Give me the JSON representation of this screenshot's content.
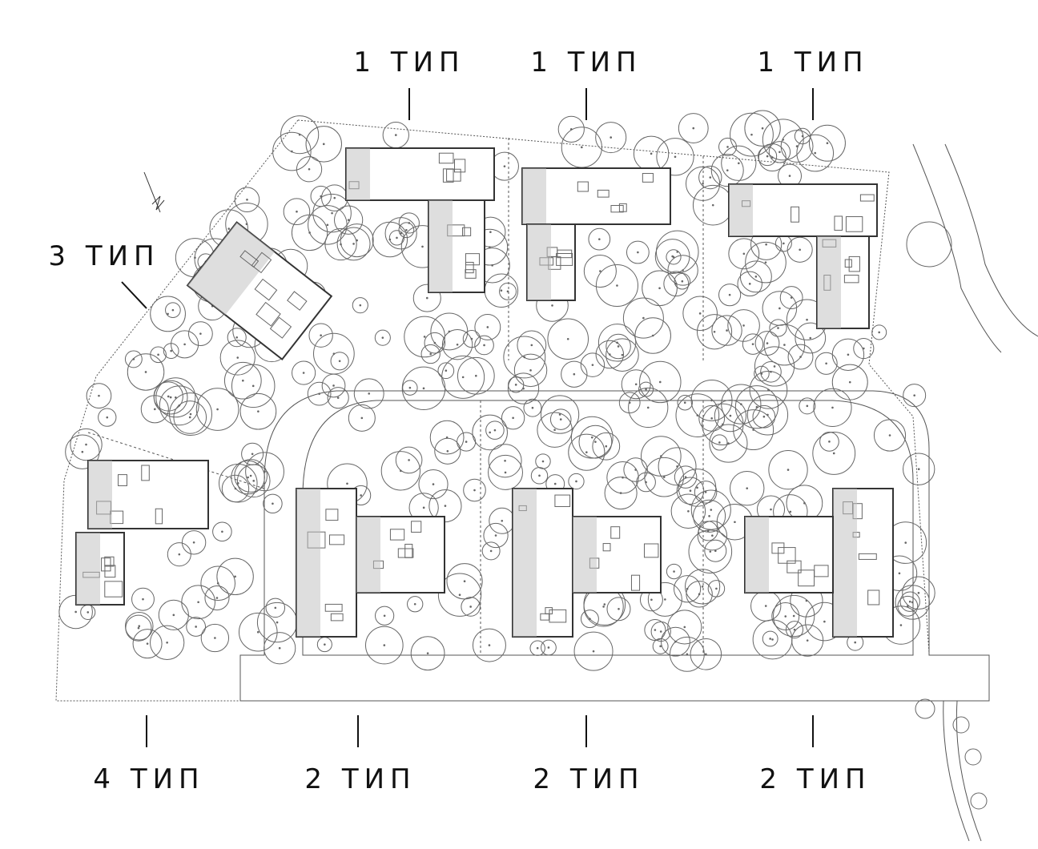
{
  "labels": {
    "top": [
      "1 ТИП",
      "1 ТИП",
      "1 ТИП"
    ],
    "left": "3 ТИП",
    "bottom": [
      "4 ТИП",
      "2 ТИП",
      "2 ТИП",
      "2 ТИП"
    ]
  },
  "colors": {
    "line": "#555555",
    "fill": "#bdbdbd",
    "text": "#111111"
  }
}
